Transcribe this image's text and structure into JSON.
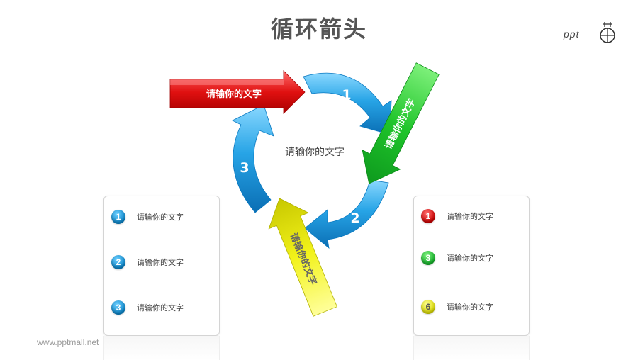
{
  "title": "循环箭头",
  "logo": {
    "text": "ppt",
    "icon": "ppt-logo-icon"
  },
  "center_text": "请输你的文字",
  "ring_numbers": [
    "1",
    "2",
    "3"
  ],
  "arrows": {
    "red": "请输你的文字",
    "green": "请输你的文字",
    "yellow": "请输你的文字"
  },
  "left_panel": {
    "items": [
      {
        "number": "1",
        "text": "请输你的文字",
        "color": "#0a84c8"
      },
      {
        "number": "2",
        "text": "请输你的文字",
        "color": "#0a84c8"
      },
      {
        "number": "3",
        "text": "请输你的文字",
        "color": "#0a84c8"
      }
    ]
  },
  "right_panel": {
    "items": [
      {
        "number": "1",
        "text": "请输你的文字",
        "color": "#cc0000"
      },
      {
        "number": "3",
        "text": "请输你的文字",
        "color": "#14b02a"
      },
      {
        "number": "6",
        "text": "请输你的文字",
        "color": "#d8d800"
      }
    ]
  },
  "website": "www.pptmall.net"
}
